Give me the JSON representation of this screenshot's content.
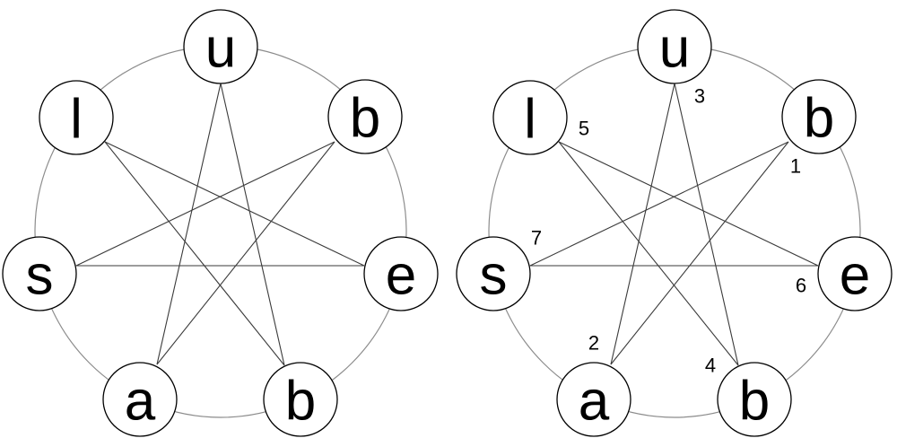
{
  "diagrams": [
    {
      "id": "left",
      "nodes": [
        {
          "key": "u",
          "label": "u"
        },
        {
          "key": "b1",
          "label": "b"
        },
        {
          "key": "e",
          "label": "e"
        },
        {
          "key": "b2",
          "label": "b"
        },
        {
          "key": "a",
          "label": "a"
        },
        {
          "key": "s",
          "label": "s"
        },
        {
          "key": "l",
          "label": "l"
        }
      ],
      "edges": [
        {
          "from": "u",
          "to": "a"
        },
        {
          "from": "u",
          "to": "b2"
        },
        {
          "from": "l",
          "to": "e"
        },
        {
          "from": "l",
          "to": "b2"
        },
        {
          "from": "b1",
          "to": "s"
        },
        {
          "from": "b1",
          "to": "a"
        },
        {
          "from": "s",
          "to": "e"
        }
      ],
      "order_labels": []
    },
    {
      "id": "right",
      "nodes": [
        {
          "key": "u",
          "label": "u"
        },
        {
          "key": "b1",
          "label": "b"
        },
        {
          "key": "e",
          "label": "e"
        },
        {
          "key": "b2",
          "label": "b"
        },
        {
          "key": "a",
          "label": "a"
        },
        {
          "key": "s",
          "label": "s"
        },
        {
          "key": "l",
          "label": "l"
        }
      ],
      "edges": [
        {
          "from": "u",
          "to": "a"
        },
        {
          "from": "u",
          "to": "b2"
        },
        {
          "from": "l",
          "to": "e"
        },
        {
          "from": "l",
          "to": "b2"
        },
        {
          "from": "b1",
          "to": "s"
        },
        {
          "from": "b1",
          "to": "a"
        },
        {
          "from": "s",
          "to": "e"
        }
      ],
      "order_labels": [
        {
          "node": "b1",
          "text": "1"
        },
        {
          "node": "a",
          "text": "2"
        },
        {
          "node": "u",
          "text": "3"
        },
        {
          "node": "b2",
          "text": "4"
        },
        {
          "node": "l",
          "text": "5"
        },
        {
          "node": "e",
          "text": "6"
        },
        {
          "node": "s",
          "text": "7"
        }
      ]
    }
  ]
}
